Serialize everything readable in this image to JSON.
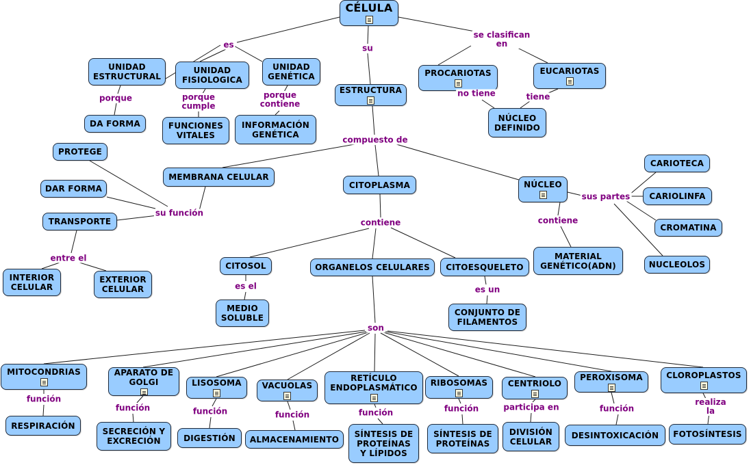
{
  "colors": {
    "node_fill": "#99ccff",
    "node_border": "#1f2a3a",
    "link_label": "#800080",
    "line": "#1a1a1a"
  },
  "icons": {
    "resource": "document-icon"
  },
  "nodes": {
    "celula": {
      "text": "CÉLULA"
    },
    "unidad_estructural": {
      "text": "UNIDAD\nESTRUCTURAL"
    },
    "unidad_fisiologica": {
      "text": "UNIDAD\nFISIOLOGICA"
    },
    "unidad_genetica": {
      "text": "UNIDAD\nGENÉTICA"
    },
    "estructura": {
      "text": "ESTRUCTURA"
    },
    "procariotas": {
      "text": "PROCARIOTAS"
    },
    "eucariotas": {
      "text": "EUCARIOTAS"
    },
    "da_forma": {
      "text": "DA FORMA"
    },
    "funciones_vitales": {
      "text": "FUNCIONES\nVITALES"
    },
    "informacion_genetica": {
      "text": "INFORMACIÓN\nGENÉTICA"
    },
    "nucleo_definido": {
      "text": "NÚCLEO\nDEFINIDO"
    },
    "protege": {
      "text": "PROTEGE"
    },
    "membrana_celular": {
      "text": "MEMBRANA CELULAR"
    },
    "citoplasma": {
      "text": "CITOPLASMA"
    },
    "nucleo": {
      "text": "NÚCLEO"
    },
    "carioteca": {
      "text": "CARIOTECA"
    },
    "cariolinfa": {
      "text": "CARIOLINFA"
    },
    "cromatina": {
      "text": "CROMATINA"
    },
    "nucleolos": {
      "text": "NUCLEOLOS"
    },
    "dar_forma": {
      "text": "DAR FORMA"
    },
    "transporte": {
      "text": "TRANSPORTE"
    },
    "material_genetico": {
      "text": "MATERIAL\nGENÉTICO(ADN)"
    },
    "citosol": {
      "text": "CITOSOL"
    },
    "organelos_celulares": {
      "text": "ORGANELOS CELULARES"
    },
    "citoesqueleto": {
      "text": "CITOESQUELETO"
    },
    "interior_celular": {
      "text": "INTERIOR\nCELULAR"
    },
    "exterior_celular": {
      "text": "EXTERIOR\nCELULAR"
    },
    "medio_soluble": {
      "text": "MEDIO\nSOLUBLE"
    },
    "conjunto_filamentos": {
      "text": "CONJUNTO DE\nFILAMENTOS"
    },
    "mitocondrias": {
      "text": "MITOCONDRIAS"
    },
    "aparato_golgi": {
      "text": "APARATO DE\nGOLGI"
    },
    "lisosoma": {
      "text": "LISOSOMA"
    },
    "vacuolas": {
      "text": "VACUOLAS"
    },
    "reticulo": {
      "text": "RETÍCULO\nENDOPLASMÁTICO"
    },
    "ribosomas": {
      "text": "RIBOSOMAS"
    },
    "centriolo": {
      "text": "CENTRIOLO"
    },
    "peroxisoma": {
      "text": "PEROXISOMA"
    },
    "cloroplastos": {
      "text": "CLOROPLASTOS"
    },
    "respiracion": {
      "text": "RESPIRACIÓN"
    },
    "secrecion": {
      "text": "SECRECIÓN Y\nEXCRECIÓN"
    },
    "digestion": {
      "text": "DIGESTIÓN"
    },
    "almacenamiento": {
      "text": "ALMACENAMIENTO"
    },
    "sintesis_proteinas_lipidos": {
      "text": "SÍNTESIS DE\nPROTEÍNAS\nY LÍPIDOS"
    },
    "sintesis_proteinas": {
      "text": "SÍNTESIS DE\nPROTEÍNAS"
    },
    "division_celular": {
      "text": "DIVISIÓN\nCELULAR"
    },
    "desintoxicacion": {
      "text": "DESINTOXICACIÓN"
    },
    "fotosintesis": {
      "text": "FOTOSÍNTESIS"
    }
  },
  "labels": {
    "es": "es",
    "su": "su",
    "se_clasifican": "se clasifican\nen",
    "porque": "porque",
    "porque_cumple": "porque\ncumple",
    "porque_contiene": "porque\ncontiene",
    "no_tiene": "no tiene",
    "tiene": "tiene",
    "compuesto_de": "compuesto de",
    "su_funcion": "su función",
    "sus_partes": "sus partes",
    "contiene_citoplasma": "contiene",
    "contiene_nucleo": "contiene",
    "entre_el": "entre el",
    "es_el": "es el",
    "es_un": "es un",
    "son": "son",
    "funcion_mito": "función",
    "funcion_golgi": "función",
    "funcion_lisosoma": "función",
    "funcion_vacuolas": "función",
    "funcion_reticulo": "función",
    "funcion_ribosomas": "función",
    "participa_en": "participa en",
    "funcion_peroxisoma": "función",
    "realiza_la": "realiza la"
  }
}
